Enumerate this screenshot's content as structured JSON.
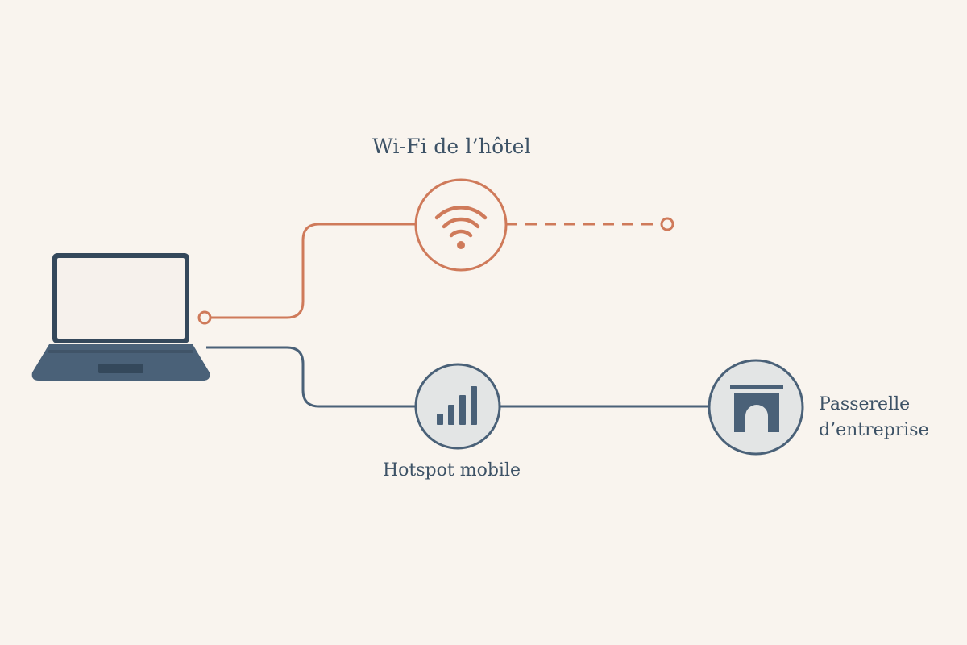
{
  "colors": {
    "background": "#f9f4ee",
    "hotel_path": "#cf7a5a",
    "mobile_path": "#4a6178",
    "node_fill": "#e3e5e5",
    "text": "#3d5266"
  },
  "nodes": {
    "laptop": {
      "icon": "laptop-icon"
    },
    "hotel_wifi": {
      "label": "Wi-Fi de l’hôtel",
      "icon": "wifi-icon",
      "status": "connexion non aboutie (ligne pointillée)"
    },
    "mobile_hotspot": {
      "label": "Hotspot mobile",
      "icon": "signal-bars-icon"
    },
    "corporate_gateway": {
      "label_line1": "Passerelle",
      "label_line2": "d’entreprise",
      "icon": "gateway-building-icon"
    }
  }
}
